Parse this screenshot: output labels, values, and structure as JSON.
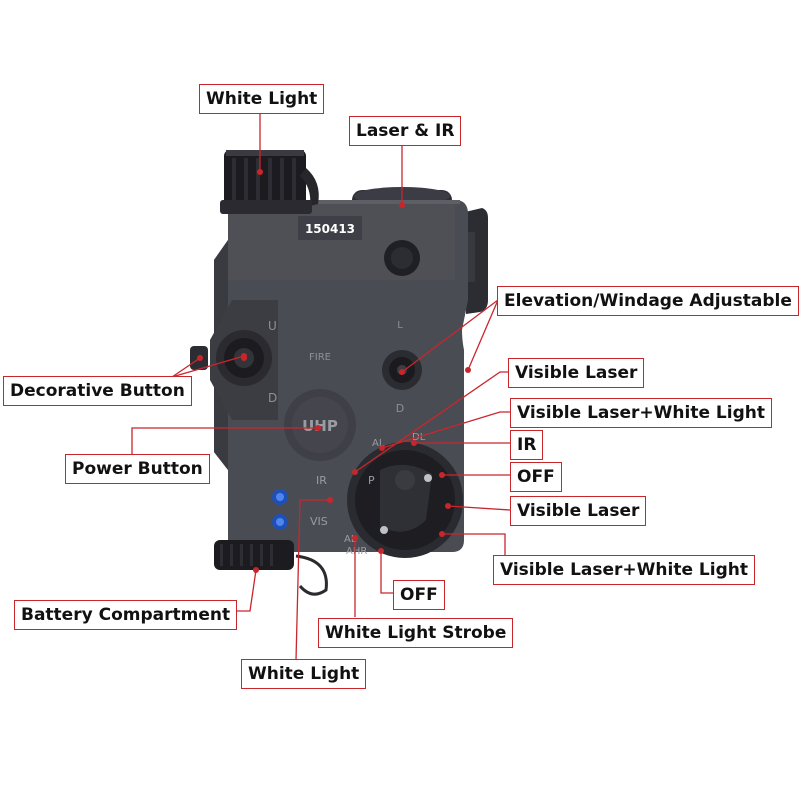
{
  "device": {
    "serial_number": "150413",
    "markings": {
      "u": "U",
      "d": "D",
      "l": "L",
      "fire": "FIRE",
      "uhp": "UHP",
      "ir": "IR",
      "vis": "VIS",
      "al": "AL",
      "dl": "DL",
      "p": "P",
      "ahr": "AHR"
    }
  },
  "callouts": {
    "white_light_top": "White Light",
    "laser_ir": "Laser & IR",
    "elevation_windage": "Elevation/Windage Adjustable",
    "decorative_button": "Decorative Button",
    "visible_laser_1": "Visible Laser",
    "visible_laser_white_light_1": "Visible Laser+White Light",
    "ir": "IR",
    "power_button": "Power Button",
    "off_1": "OFF",
    "visible_laser_2": "Visible Laser",
    "visible_laser_white_light_2": "Visible Laser+White Light",
    "battery_compartment": "Battery Compartment",
    "off_2": "OFF",
    "white_light_strobe": "White Light Strobe",
    "white_light_bottom": "White Light"
  },
  "colors": {
    "callout_border": "#c9262c",
    "leader_line": "#c9262c",
    "device_body": "#4a4c53",
    "device_dark": "#2f3036",
    "marking_text": "#9a9ca2"
  }
}
